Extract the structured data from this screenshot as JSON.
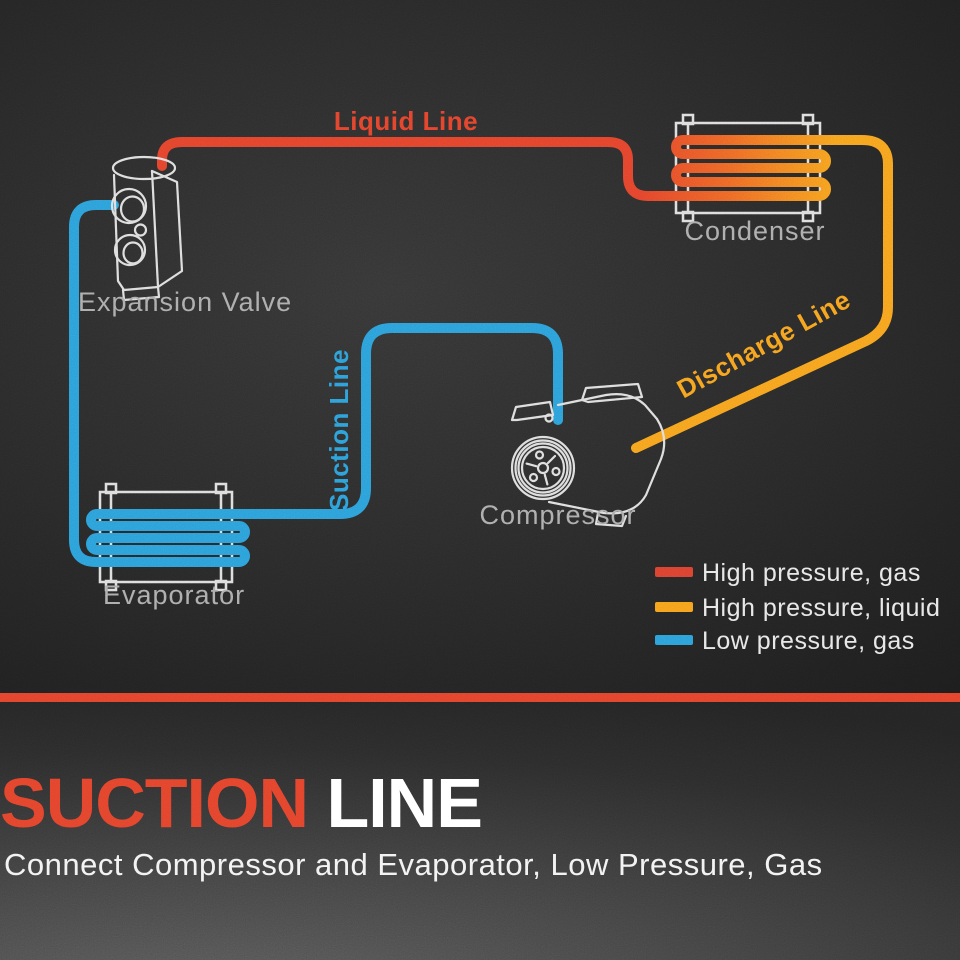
{
  "diagram": {
    "line_labels": {
      "liquid": "Liquid Line",
      "suction": "Suction Line",
      "discharge": "Discharge Line"
    },
    "component_labels": {
      "expansion_valve": "Expansion Valve",
      "condenser": "Condenser",
      "evaporator": "Evaporator",
      "compressor": "Compressor"
    },
    "colors": {
      "high_pressure_gas_red": "#e2422b",
      "blend_mid": "#ec6525",
      "high_pressure_liquid_orange": "#f5a01e",
      "low_pressure_gas_blue": "#2b9dd8"
    },
    "legend": {
      "items": [
        {
          "label": "High pressure, gas",
          "color": "#d9402e"
        },
        {
          "label": "High pressure, liquid",
          "color": "#f59e1c"
        },
        {
          "label": "Low pressure, gas",
          "color": "#2b9dd8"
        }
      ]
    }
  },
  "footer": {
    "title_highlight": "SUCTION",
    "title_rest": "LINE",
    "accent_color": "#e2422b",
    "subtitle": "Connect Compressor and Evaporator, Low Pressure, Gas"
  }
}
